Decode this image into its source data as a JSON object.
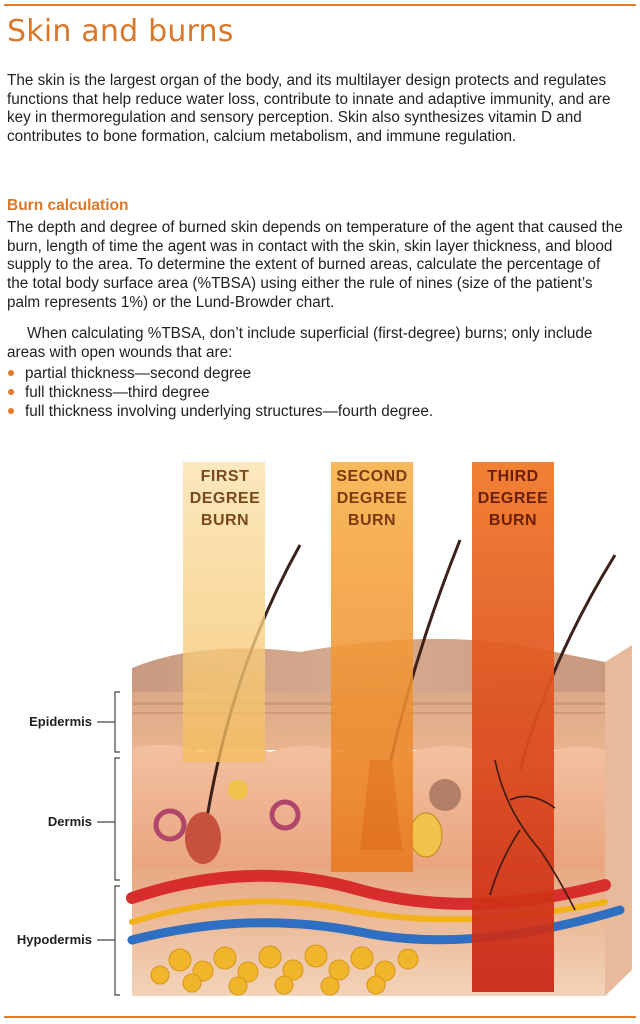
{
  "title": "Skin and burns",
  "intro": "The skin is the largest organ of the body, and its multilayer design protects and regulates functions that help reduce water loss, contribute to innate and adaptive immunity, and are key in thermoregulation and sensory perception. Skin also synthesizes vitamin D and contributes to bone formation, calcium metabolism, and immune regulation.",
  "section_heading": "Burn calculation",
  "burn_paragraph": "The depth and degree of burned skin depends on temperature of the agent that caused the burn, length of time the agent was in contact with the skin, skin layer thickness, and blood supply to the area. To determine the extent of burned areas, calculate the percentage of the total body surface area (%TBSA) using either the rule of nines (size of the patient’s palm represents 1%) or the Lund-Browder chart.",
  "tbsa_paragraph": "When calculating %TBSA, don’t include superficial (first-degree) burns; only include areas with open wounds that are:",
  "bullets": [
    "partial thickness—second degree",
    "full thickness—third degree",
    "full thickness involving underlying structures—fourth degree."
  ],
  "figure": {
    "burn_columns": [
      {
        "lines": [
          "FIRST",
          "DEGREE",
          "BURN"
        ],
        "color": "#f6c96a"
      },
      {
        "lines": [
          "SECOND",
          "DEGREE",
          "BURN"
        ],
        "color": "#f29a2e"
      },
      {
        "lines": [
          "THIRD",
          "DEGREE",
          "BURN"
        ],
        "color": "#e2451b"
      }
    ],
    "layers": [
      "Epidermis",
      "Dermis",
      "Hypodermis"
    ]
  },
  "colors": {
    "accent": "#d9782a",
    "text": "#231f20"
  }
}
